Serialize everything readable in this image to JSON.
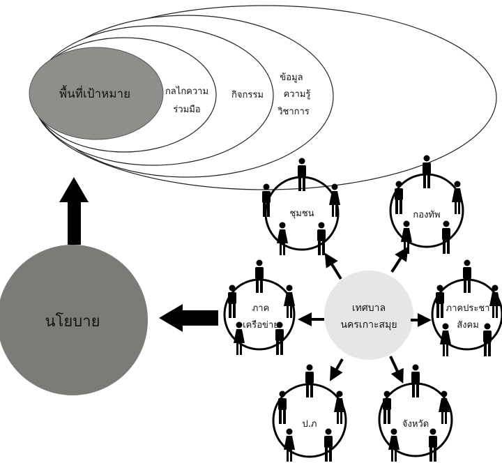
{
  "target_areas": {
    "core": "พื้นที่เป้าหมาย",
    "mechanism": [
      "กลไกความ",
      "ร่วมมือ"
    ],
    "activities": "กิจกรรม",
    "knowledge": [
      "ข้อมูล",
      "ความรู้",
      "วิชาการ"
    ]
  },
  "policy": "นโยบาย",
  "hub": [
    "เทศบาล",
    "นครเกาะสมุย"
  ],
  "stakeholders": [
    {
      "id": "community",
      "lines": [
        "ชุมชน"
      ]
    },
    {
      "id": "military",
      "lines": [
        "กองทัพ"
      ]
    },
    {
      "id": "civil-society",
      "lines": [
        "ภาคประชา",
        "สังคม"
      ]
    },
    {
      "id": "province",
      "lines": [
        "จังหวัด"
      ]
    },
    {
      "id": "district",
      "lines": [
        "ป.ภ"
      ]
    },
    {
      "id": "network",
      "lines": [
        "ภาค",
        "เครือข่าย"
      ]
    }
  ],
  "colors": {
    "core_fill": "#8e8f8a",
    "policy_fill": "#7b7b78",
    "hub_fill": "#e6e6e6",
    "ink": "#000000"
  }
}
